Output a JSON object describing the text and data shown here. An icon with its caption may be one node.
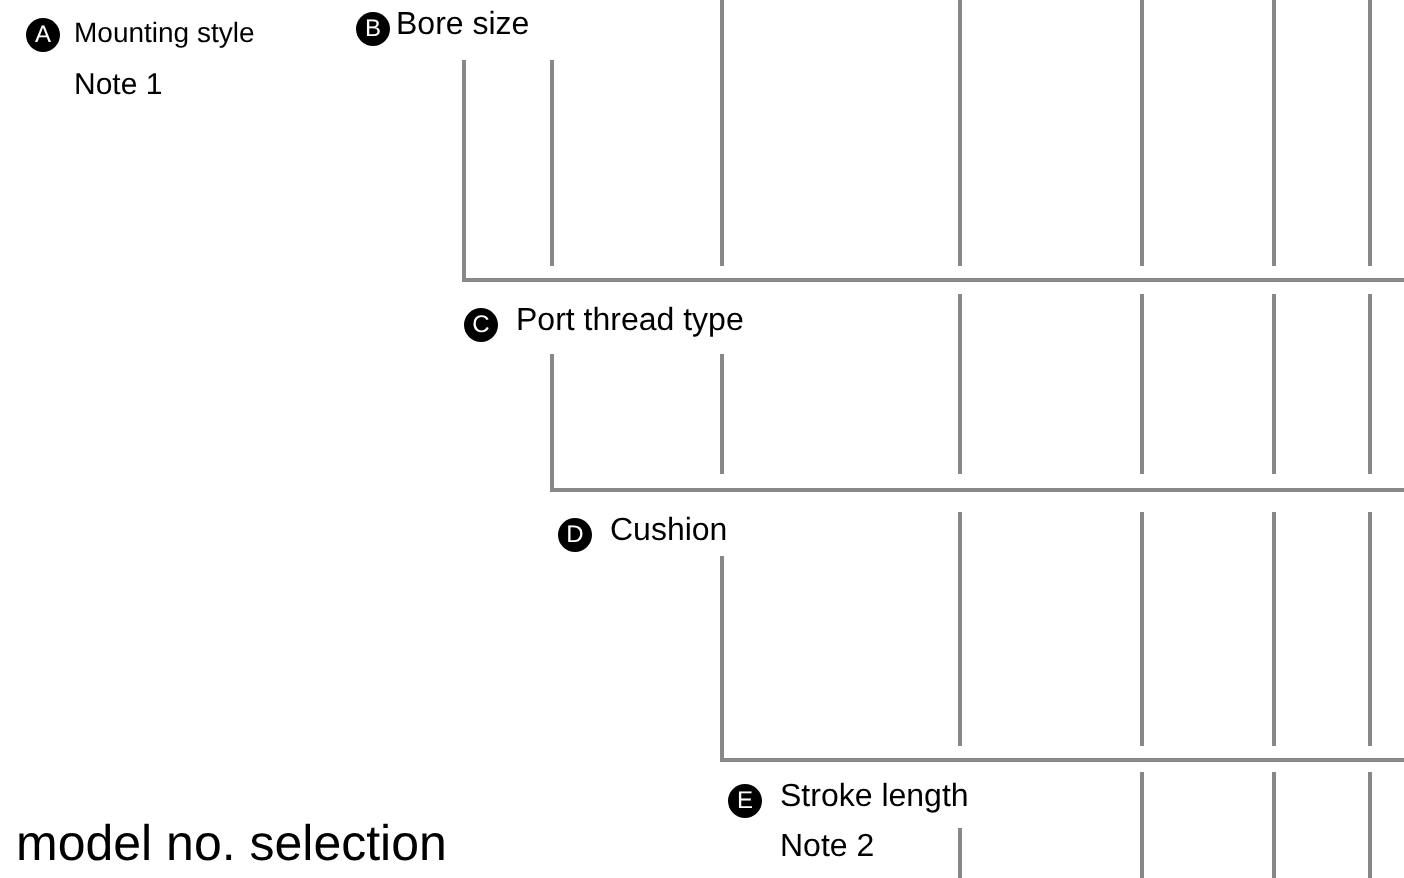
{
  "diagram": {
    "labels": [
      "A",
      "Mounting style",
      "B",
      "Bore size",
      "Note 1",
      "C",
      "Port thread type",
      "D",
      "Cushion",
      "E",
      "Stroke length",
      "Note 2",
      "model no. selection"
    ]
  }
}
